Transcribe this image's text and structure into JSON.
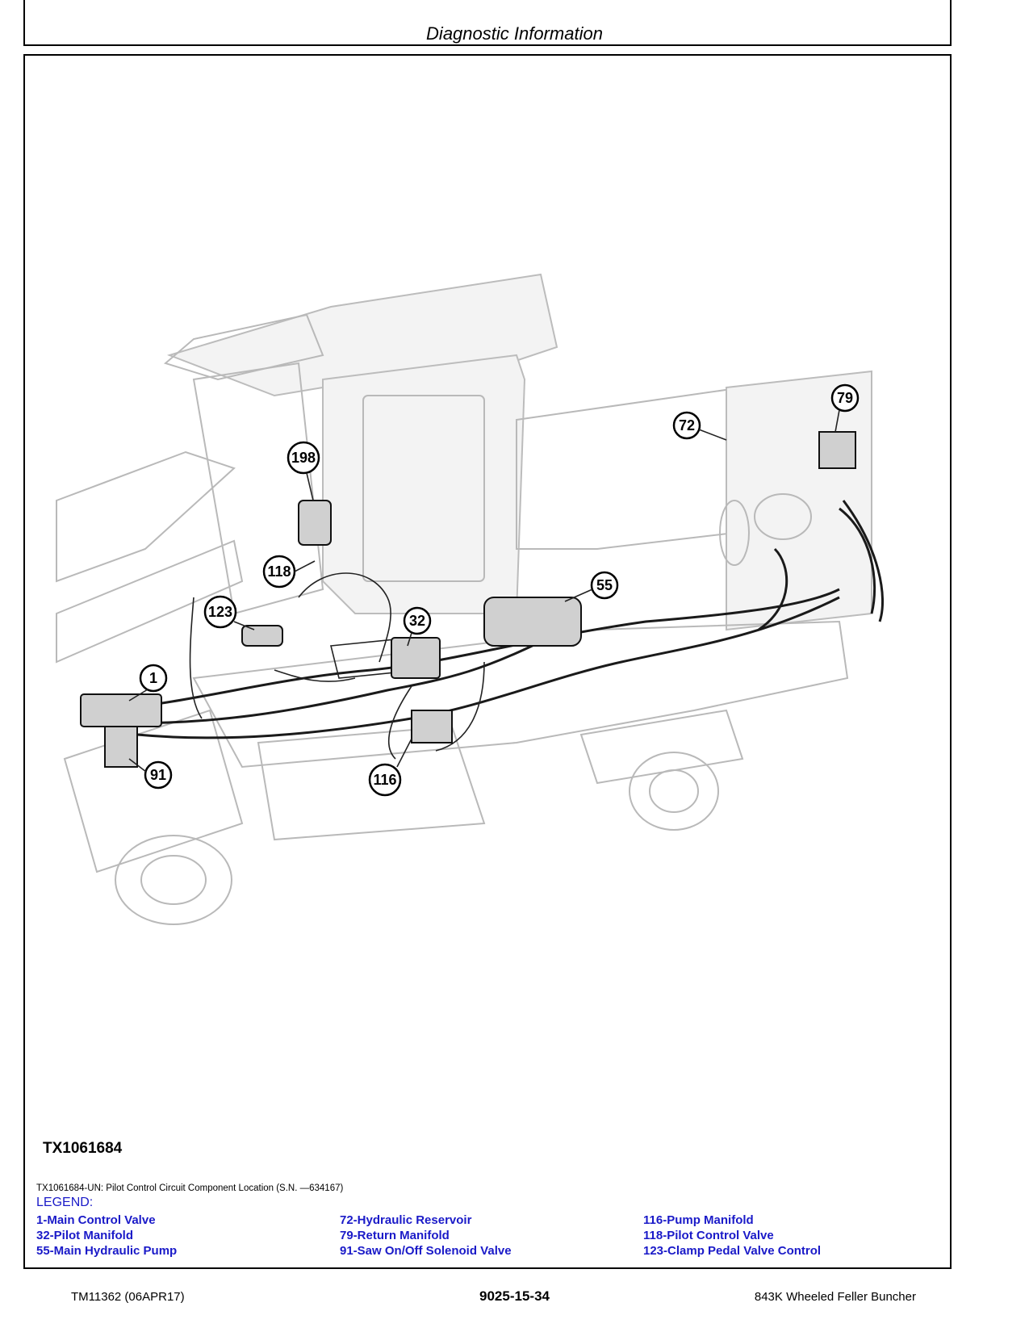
{
  "header": {
    "title": "Diagnostic Information"
  },
  "figure": {
    "id": "TX1061684",
    "caption": "TX1061684-UN: Pilot Control Circuit Component Location (S.N. —634167)",
    "callouts": [
      "198",
      "118",
      "123",
      "32",
      "55",
      "72",
      "79",
      "1",
      "91",
      "116"
    ]
  },
  "legend": {
    "title": "LEGEND:",
    "columns": [
      [
        "1-Main Control Valve",
        "32-Pilot Manifold",
        "55-Main Hydraulic Pump"
      ],
      [
        "72-Hydraulic Reservoir",
        "79-Return Manifold",
        "91-Saw On/Off Solenoid Valve"
      ],
      [
        "116-Pump Manifold",
        "118-Pilot Control Valve",
        "123-Clamp Pedal Valve Control"
      ]
    ]
  },
  "footer": {
    "left": "TM11362 (06APR17)",
    "center": "9025-15-34",
    "right": "843K Wheeled Feller Buncher"
  },
  "colors": {
    "legend": "#1a1ac8"
  }
}
